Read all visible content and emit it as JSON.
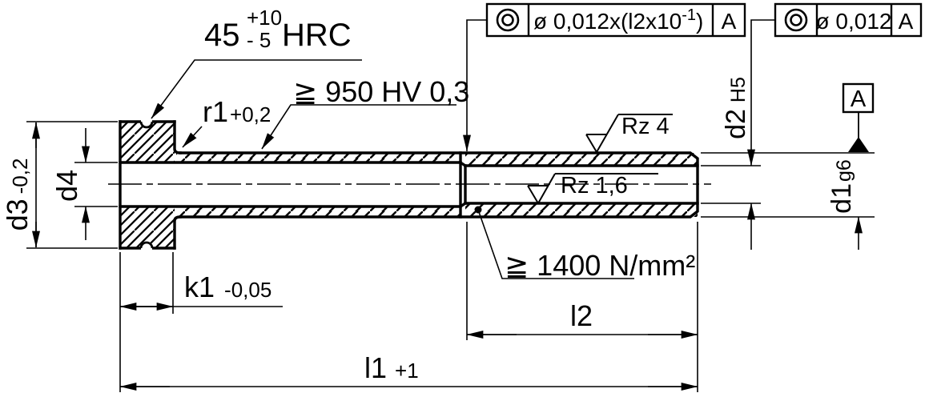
{
  "annotations": {
    "head_hardness": {
      "value": "45",
      "tol_plus": "+10",
      "tol_minus": "- 5",
      "unit": "HRC"
    },
    "surface_hardness": "≧ 950 HV 0,3",
    "core_strength": "≧ 1400 N/mm²",
    "radius": {
      "label": "r1",
      "tol": "+0,2"
    },
    "roughness_shaft": "Rz 4",
    "roughness_bore": "Rz 1,6"
  },
  "dimensions": {
    "d3": {
      "label": "d3",
      "tol": "-0,2"
    },
    "d4": {
      "label": "d4"
    },
    "d2": {
      "label": "d2",
      "fit": "H5"
    },
    "d1": {
      "label": "d1",
      "fit": "g6"
    },
    "k1": {
      "label": "k1",
      "tol": "-0,05"
    },
    "l1": {
      "label": "l1",
      "tol": "+1"
    },
    "l2": {
      "label": "l2"
    }
  },
  "tolerance_frames": {
    "frame1": {
      "symbol": "concentricity",
      "tol_main": "ø 0,012x(l2x10",
      "tol_sup": "-1",
      "tol_close": ")",
      "datum": "A"
    },
    "frame2": {
      "symbol": "concentricity",
      "tol": "ø 0,012",
      "datum": "A"
    }
  },
  "datum_flag": {
    "label": "A"
  },
  "colors": {
    "line": "#000000",
    "background": "#ffffff"
  }
}
